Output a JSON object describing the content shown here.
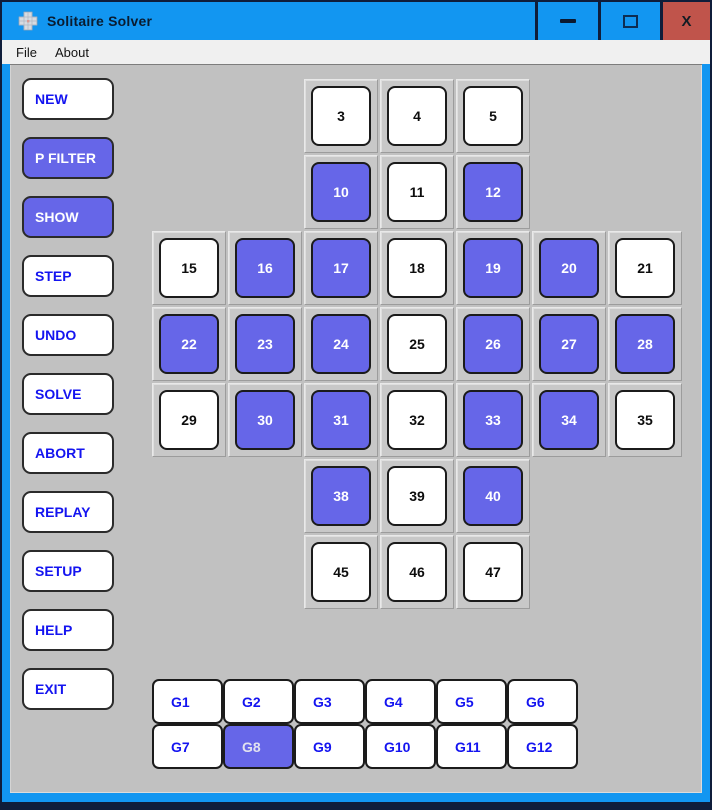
{
  "window": {
    "title": "Solitaire Solver",
    "controls": {
      "close": "X"
    }
  },
  "menu": {
    "items": [
      {
        "label": "File"
      },
      {
        "label": "About"
      }
    ]
  },
  "sidebar": {
    "buttons": [
      {
        "label": "NEW",
        "active": false
      },
      {
        "label": "P FILTER",
        "active": true
      },
      {
        "label": "SHOW",
        "active": true
      },
      {
        "label": "STEP",
        "active": false
      },
      {
        "label": "UNDO",
        "active": false
      },
      {
        "label": "SOLVE",
        "active": false
      },
      {
        "label": "ABORT",
        "active": false
      },
      {
        "label": "REPLAY",
        "active": false
      },
      {
        "label": "SETUP",
        "active": false
      },
      {
        "label": "HELP",
        "active": false
      },
      {
        "label": "EXIT",
        "active": false
      }
    ]
  },
  "board": {
    "cells": [
      {
        "n": "3",
        "row": 0,
        "col": 2,
        "peg": false
      },
      {
        "n": "4",
        "row": 0,
        "col": 3,
        "peg": false
      },
      {
        "n": "5",
        "row": 0,
        "col": 4,
        "peg": false
      },
      {
        "n": "10",
        "row": 1,
        "col": 2,
        "peg": true
      },
      {
        "n": "11",
        "row": 1,
        "col": 3,
        "peg": false
      },
      {
        "n": "12",
        "row": 1,
        "col": 4,
        "peg": true
      },
      {
        "n": "15",
        "row": 2,
        "col": 0,
        "peg": false
      },
      {
        "n": "16",
        "row": 2,
        "col": 1,
        "peg": true
      },
      {
        "n": "17",
        "row": 2,
        "col": 2,
        "peg": true
      },
      {
        "n": "18",
        "row": 2,
        "col": 3,
        "peg": false
      },
      {
        "n": "19",
        "row": 2,
        "col": 4,
        "peg": true
      },
      {
        "n": "20",
        "row": 2,
        "col": 5,
        "peg": true
      },
      {
        "n": "21",
        "row": 2,
        "col": 6,
        "peg": false
      },
      {
        "n": "22",
        "row": 3,
        "col": 0,
        "peg": true
      },
      {
        "n": "23",
        "row": 3,
        "col": 1,
        "peg": true
      },
      {
        "n": "24",
        "row": 3,
        "col": 2,
        "peg": true
      },
      {
        "n": "25",
        "row": 3,
        "col": 3,
        "peg": false
      },
      {
        "n": "26",
        "row": 3,
        "col": 4,
        "peg": true
      },
      {
        "n": "27",
        "row": 3,
        "col": 5,
        "peg": true
      },
      {
        "n": "28",
        "row": 3,
        "col": 6,
        "peg": true
      },
      {
        "n": "29",
        "row": 4,
        "col": 0,
        "peg": false
      },
      {
        "n": "30",
        "row": 4,
        "col": 1,
        "peg": true
      },
      {
        "n": "31",
        "row": 4,
        "col": 2,
        "peg": true
      },
      {
        "n": "32",
        "row": 4,
        "col": 3,
        "peg": false
      },
      {
        "n": "33",
        "row": 4,
        "col": 4,
        "peg": true
      },
      {
        "n": "34",
        "row": 4,
        "col": 5,
        "peg": true
      },
      {
        "n": "35",
        "row": 4,
        "col": 6,
        "peg": false
      },
      {
        "n": "38",
        "row": 5,
        "col": 2,
        "peg": true
      },
      {
        "n": "39",
        "row": 5,
        "col": 3,
        "peg": false
      },
      {
        "n": "40",
        "row": 5,
        "col": 4,
        "peg": true
      },
      {
        "n": "45",
        "row": 6,
        "col": 2,
        "peg": false
      },
      {
        "n": "46",
        "row": 6,
        "col": 3,
        "peg": false
      },
      {
        "n": "47",
        "row": 6,
        "col": 4,
        "peg": false
      }
    ]
  },
  "group_buttons": [
    {
      "label": "G1",
      "active": false
    },
    {
      "label": "G2",
      "active": false
    },
    {
      "label": "G3",
      "active": false
    },
    {
      "label": "G4",
      "active": false
    },
    {
      "label": "G5",
      "active": false
    },
    {
      "label": "G6",
      "active": false
    },
    {
      "label": "G7",
      "active": false
    },
    {
      "label": "G8",
      "active": true
    },
    {
      "label": "G9",
      "active": false
    },
    {
      "label": "G10",
      "active": false
    },
    {
      "label": "G11",
      "active": false
    },
    {
      "label": "G12",
      "active": false
    }
  ],
  "colors": {
    "titlebar": "#1296f1",
    "window_border": "#0f1d3a",
    "close_button": "#c0544b",
    "menu_bg": "#f0f0f0",
    "client_bg": "#c1c1c1",
    "frame_gray": "#c8c8c8",
    "peg": "#6666e8",
    "accent_text": "#1414f0"
  }
}
